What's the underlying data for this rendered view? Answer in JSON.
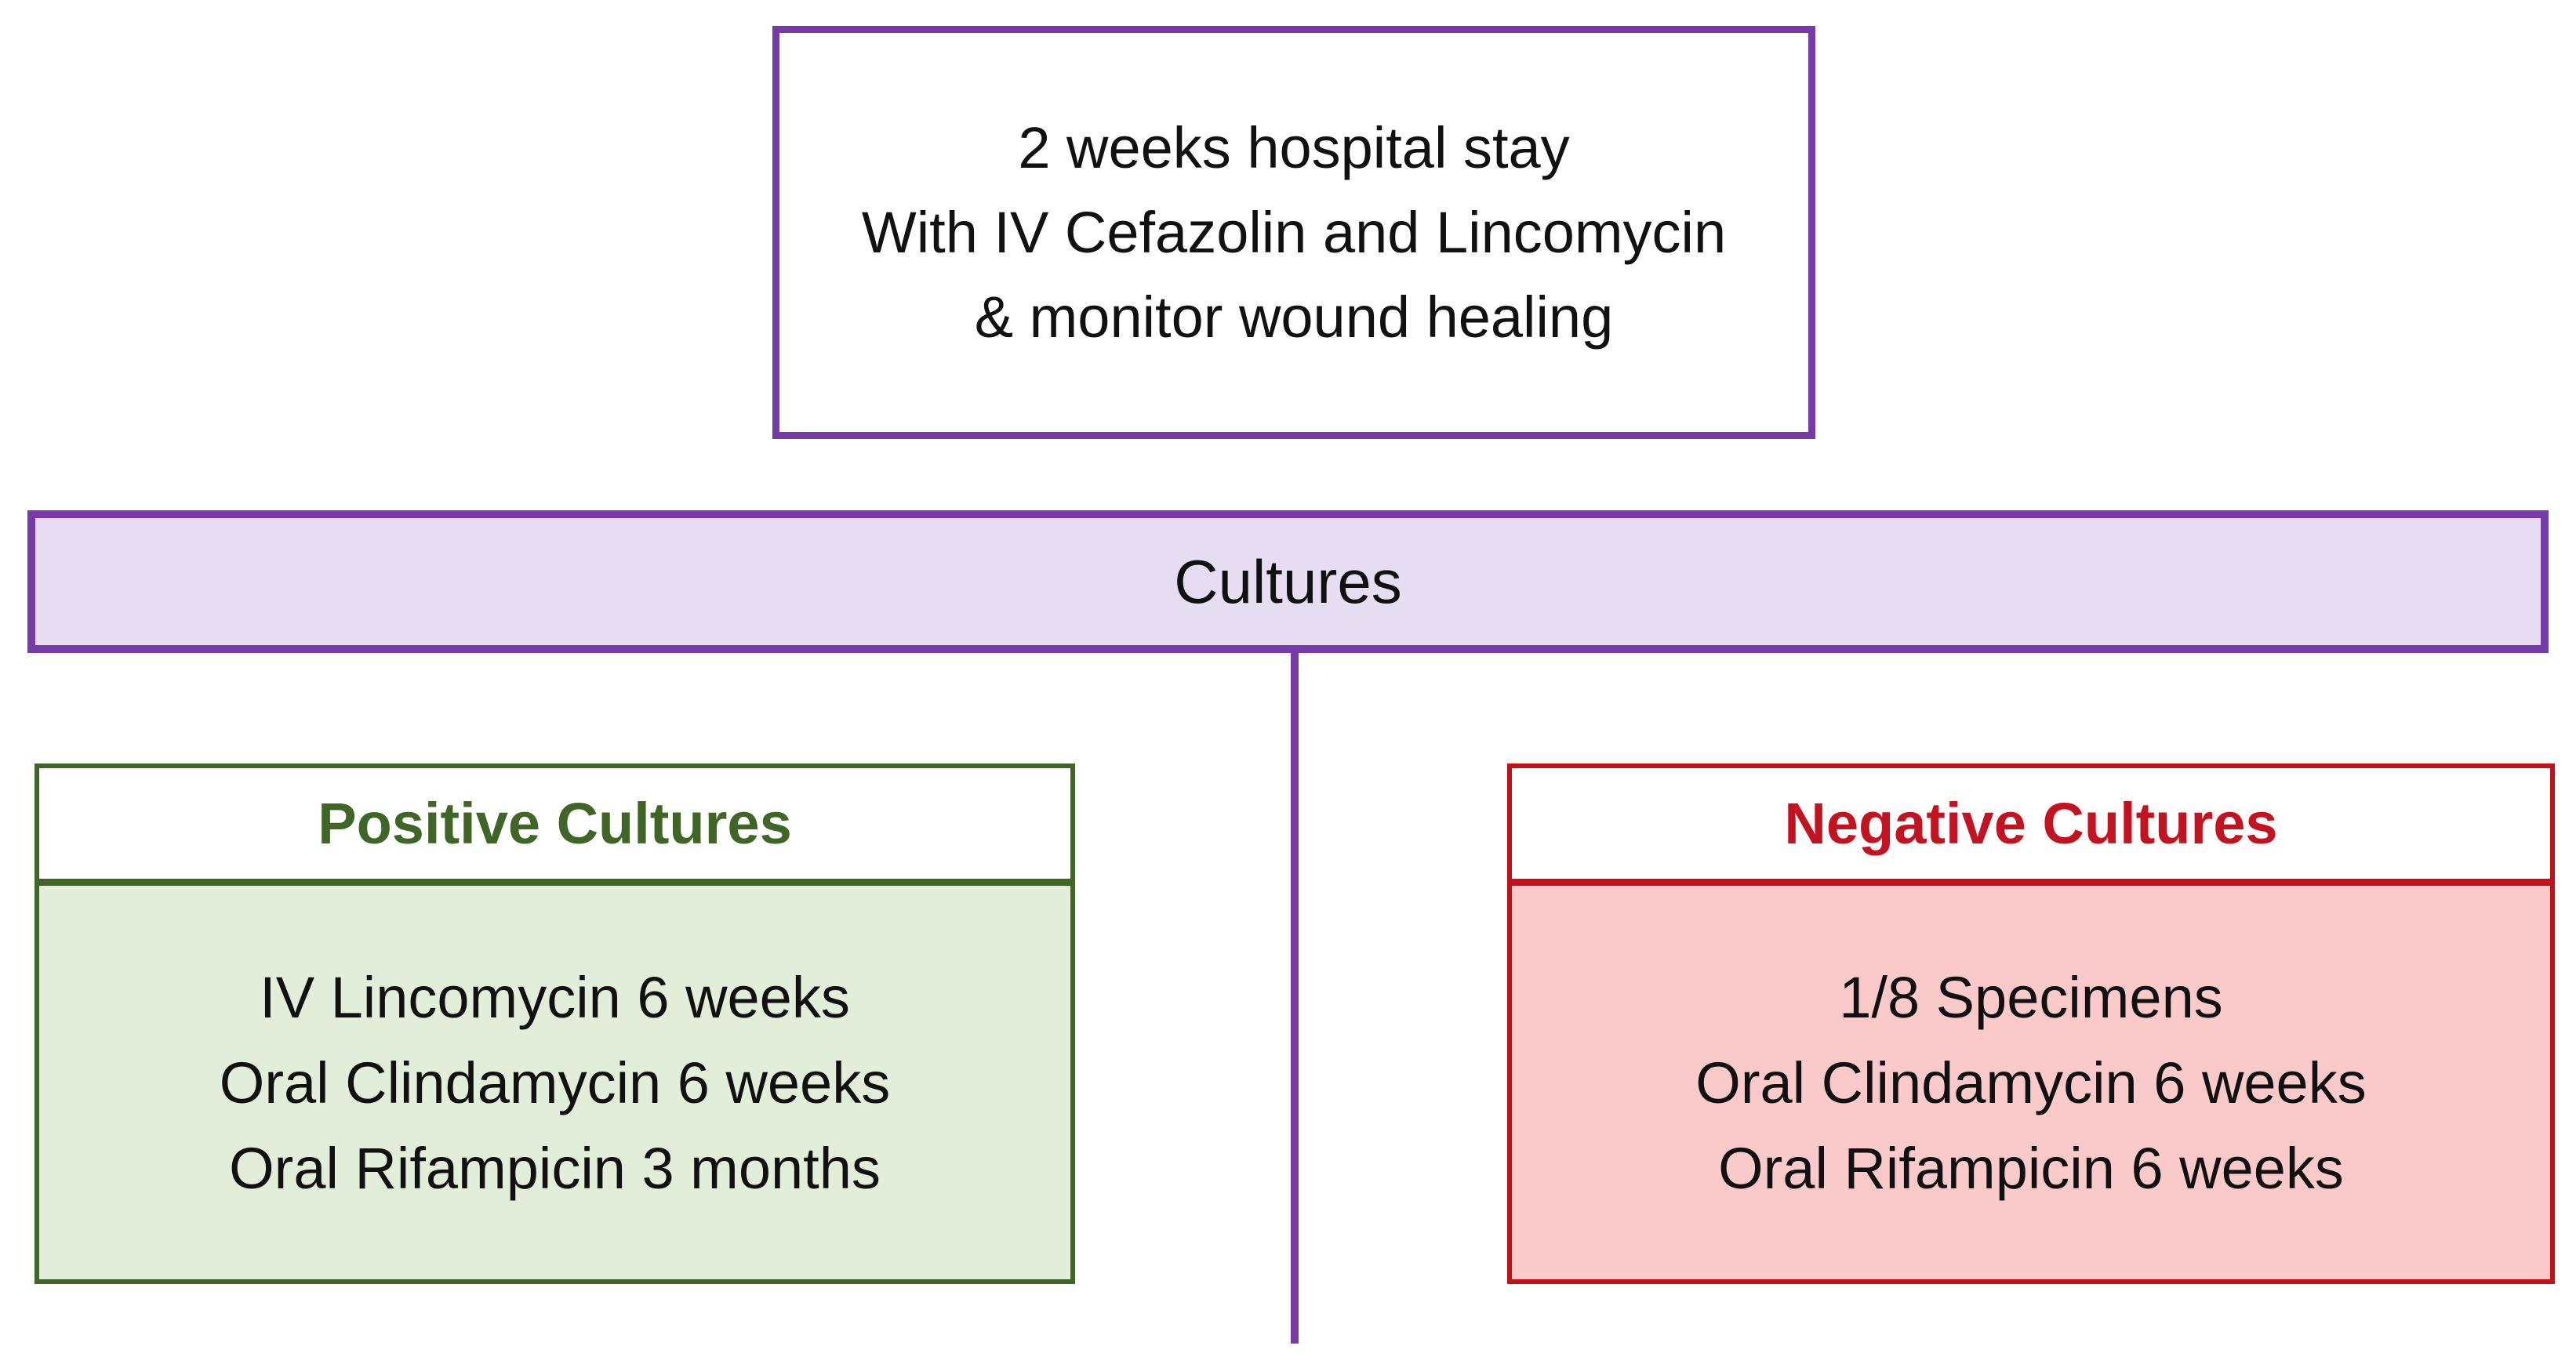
{
  "diagram": {
    "top_box": {
      "lines": [
        "2 weeks hospital stay",
        "With IV Cefazolin and Lincomycin",
        "& monitor wound healing"
      ]
    },
    "cultures_bar": {
      "label": "Cultures"
    },
    "positive_box": {
      "title": "Positive Cultures",
      "lines": [
        "IV Lincomycin 6 weeks",
        "Oral Clindamycin 6 weeks",
        "Oral Rifampicin 3 months"
      ]
    },
    "negative_box": {
      "title": "Negative Cultures",
      "lines": [
        "1/8 Specimens",
        "Oral Clindamycin 6 weeks",
        "Oral Rifampicin 6 weeks"
      ]
    },
    "colors": {
      "purple_border": "#7839A9",
      "purple_fill": "#E7DDF3",
      "green_border": "#3F6626",
      "green_fill": "#E3EEDA",
      "red_border": "#C01218",
      "red_text": "#C41320",
      "red_fill": "#FACACA",
      "body_text": "#111111"
    }
  }
}
